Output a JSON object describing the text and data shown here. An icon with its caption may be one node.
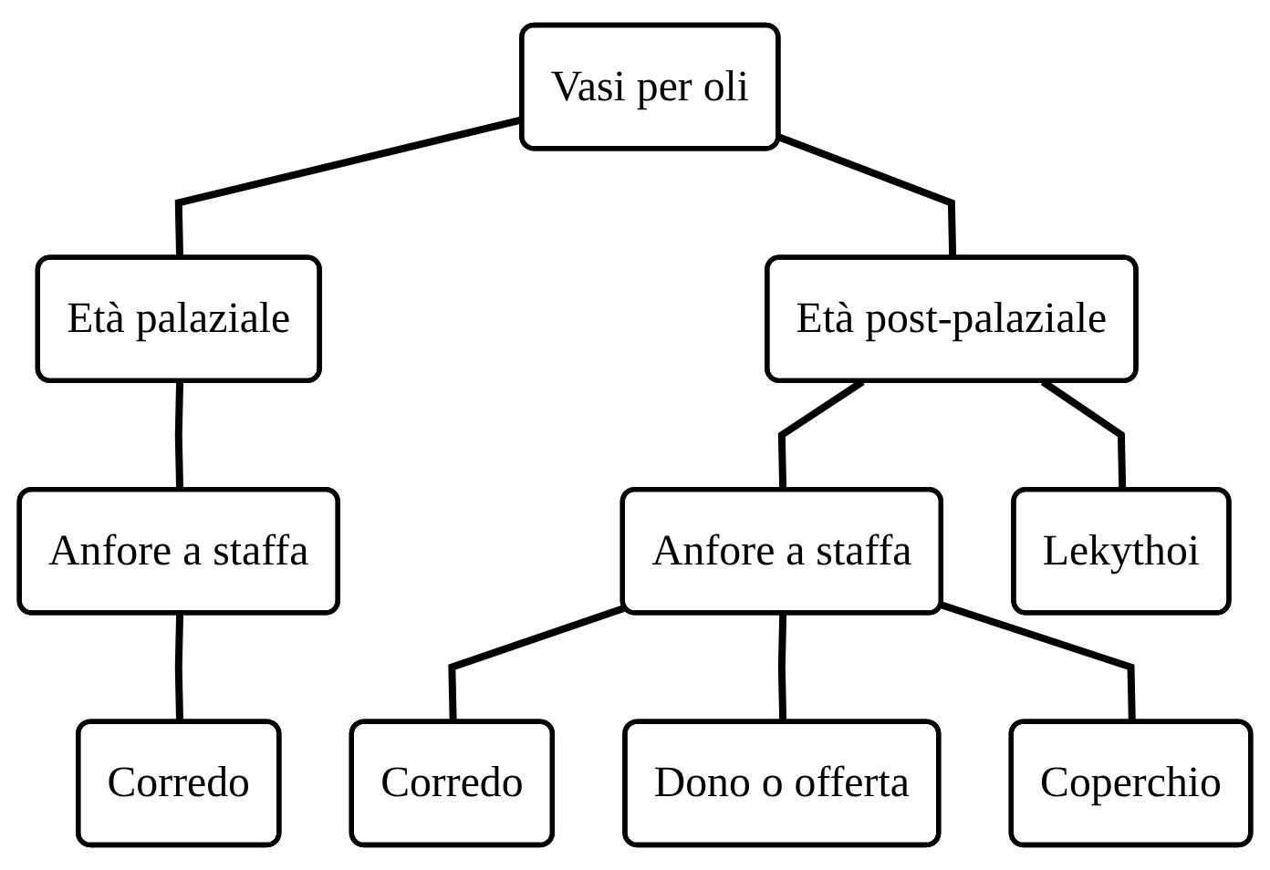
{
  "diagram": {
    "nodes": [
      {
        "text": [
          "Vasi per oli"
        ]
      },
      {
        "text": [
          "Età palaziale"
        ]
      },
      {
        "text": [
          "Età post-palaziale"
        ]
      },
      {
        "text": [
          "Anfore a staffa"
        ]
      },
      {
        "text": [
          "Corredo"
        ]
      },
      {
        "text": [
          "Anfore a staffa"
        ]
      },
      {
        "text": [
          "Lekythoi"
        ]
      },
      {
        "text": [
          "Corredo"
        ]
      },
      {
        "text": [
          "Dono o offerta"
        ]
      },
      {
        "text": [
          "Coperchio"
        ]
      }
    ],
    "edges": [
      {
        "from": 0,
        "to": 1,
        "arrow": "none"
      },
      {
        "from": 0,
        "to": 2,
        "arrow": "none"
      },
      {
        "from": 1,
        "to": 3,
        "arrow": "none"
      },
      {
        "from": 3,
        "to": 4,
        "arrow": "none"
      },
      {
        "from": 2,
        "to": 5,
        "arrow": "none"
      },
      {
        "from": 2,
        "to": 6,
        "arrow": "none"
      },
      {
        "from": 5,
        "to": 7,
        "arrow": "none"
      },
      {
        "from": 5,
        "to": 8,
        "arrow": "none"
      },
      {
        "from": 5,
        "to": 9,
        "arrow": "none"
      }
    ]
  }
}
